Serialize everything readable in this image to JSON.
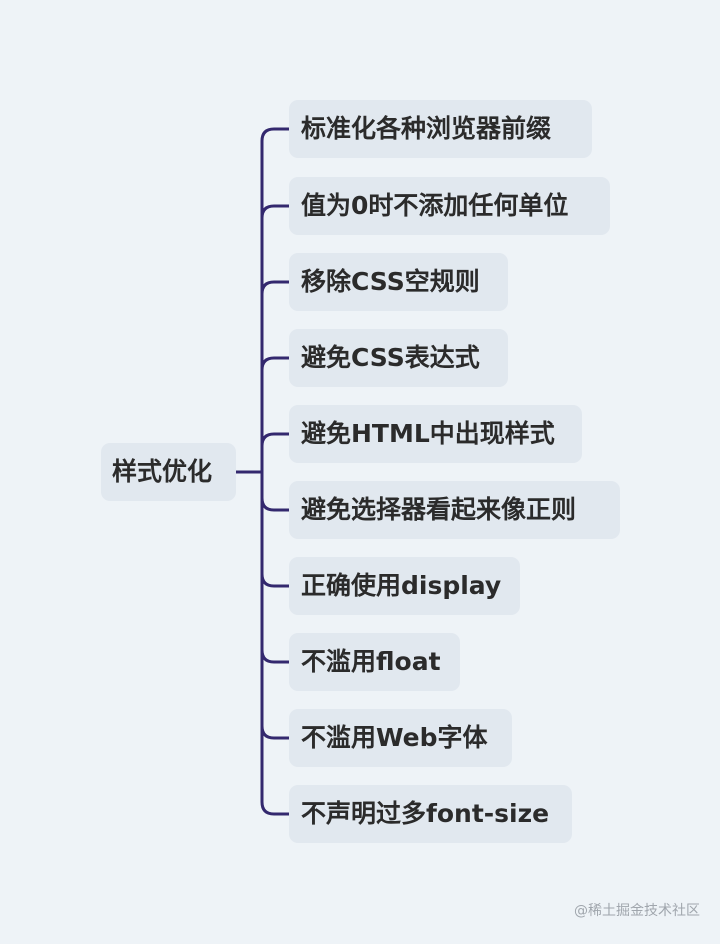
{
  "mindmap": {
    "root": "样式优化",
    "branches": [
      "标准化各种浏览器前缀",
      "值为0时不添加任何单位",
      "移除CSS空规则",
      "避免CSS表达式",
      "避免HTML中出现样式",
      "避免选择器看起来像正则",
      "正确使用display",
      "不滥用float",
      "不滥用Web字体",
      "不声明过多font-size"
    ]
  },
  "watermark": "@稀土掘金技术社区",
  "colors": {
    "background": "#eef3f7",
    "node_fill": "#e1e8ef",
    "connector": "#33286e",
    "text": "#2b2b2b"
  }
}
